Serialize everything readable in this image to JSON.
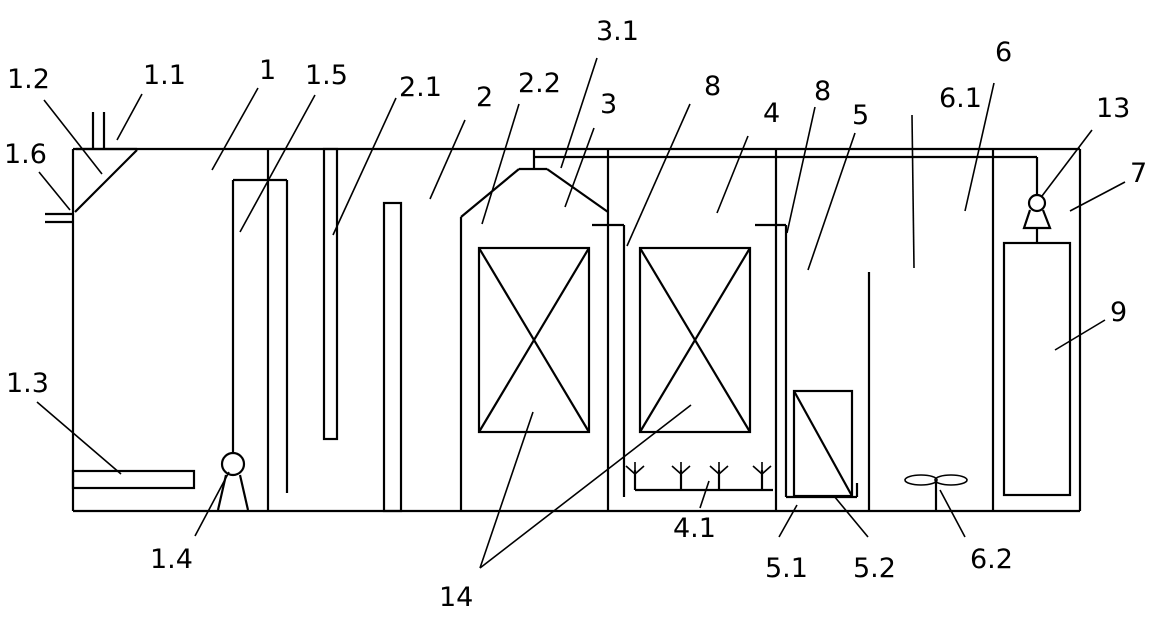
{
  "labels": {
    "l1": "1",
    "l1_1": "1.1",
    "l1_2": "1.2",
    "l1_3": "1.3",
    "l1_4": "1.4",
    "l1_5": "1.5",
    "l1_6": "1.6",
    "l2": "2",
    "l2_1": "2.1",
    "l2_2": "2.2",
    "l3": "3",
    "l3_1": "3.1",
    "l4": "4",
    "l4_1": "4.1",
    "l5": "5",
    "l5_1": "5.1",
    "l5_2": "5.2",
    "l6": "6",
    "l6_1": "6.1",
    "l6_2": "6.2",
    "l7": "7",
    "l8a": "8",
    "l8b": "8",
    "l9": "9",
    "l13": "13",
    "l14": "14"
  }
}
